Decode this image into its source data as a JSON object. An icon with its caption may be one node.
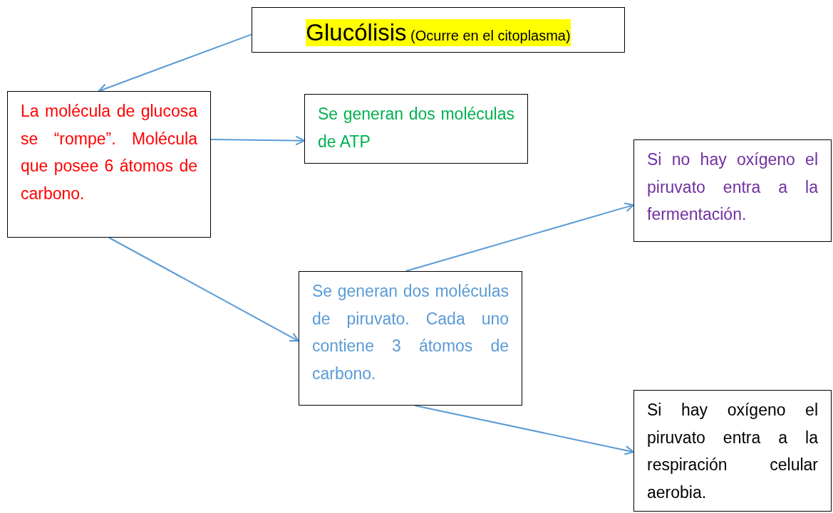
{
  "diagram": {
    "nodes": [
      {
        "text": [
          "Glucólisis",
          "(Ocurre en el citoplasma)"
        ]
      },
      {
        "text": [
          "La molécula de glucosa se “rompe”. Molécula que posee 6 átomos de carbono."
        ]
      },
      {
        "text": [
          "Se generan dos moléculas de ATP"
        ]
      },
      {
        "text": [
          "Se generan dos moléculas de piruvato. Cada uno contiene 3 átomos de carbono."
        ]
      },
      {
        "text": [
          "Si no hay oxígeno el piruvato entra a la fermentación."
        ]
      },
      {
        "text": [
          "Si hay oxígeno el piruvato entra a la respiración celular aerobia."
        ]
      }
    ],
    "edges": [
      {
        "from": 0,
        "to": 1,
        "arrow": "to"
      },
      {
        "from": 1,
        "to": 2,
        "arrow": "to"
      },
      {
        "from": 1,
        "to": 3,
        "arrow": "to"
      },
      {
        "from": 3,
        "to": 4,
        "arrow": "to"
      },
      {
        "from": 3,
        "to": 5,
        "arrow": "to"
      }
    ]
  }
}
